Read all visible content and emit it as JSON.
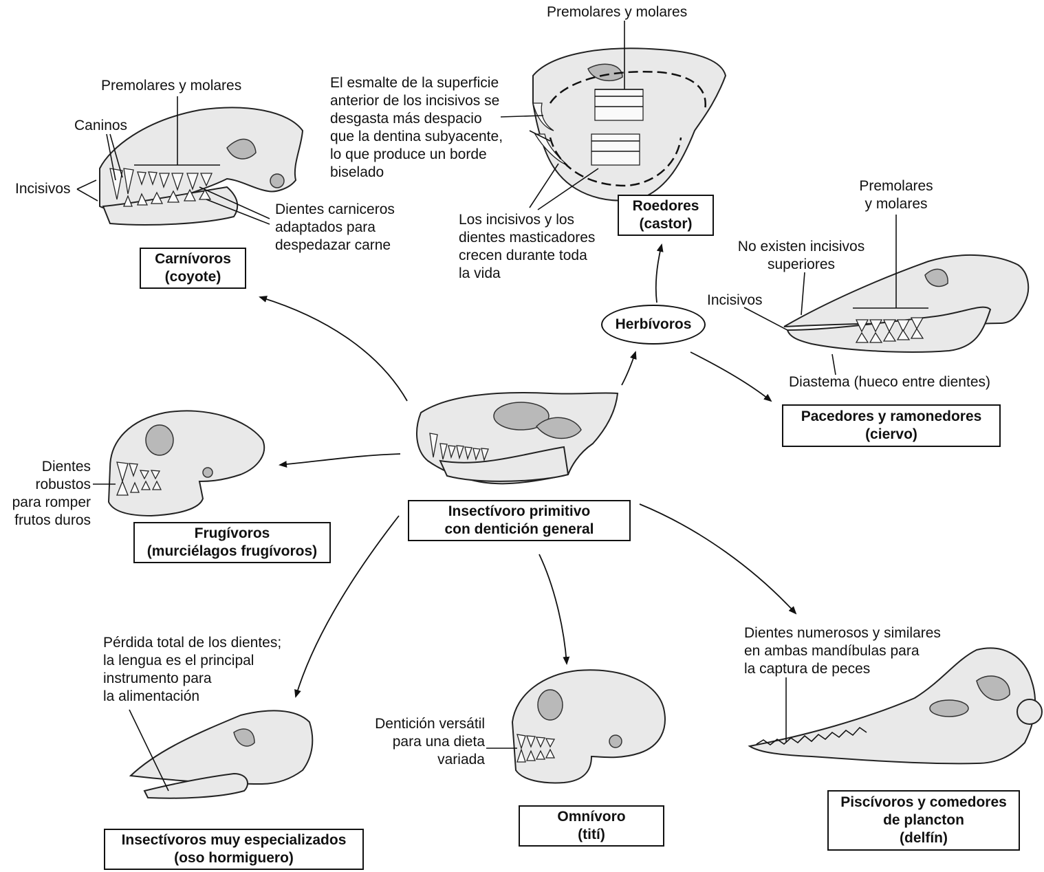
{
  "center": {
    "line1": "Insectívoro primitivo",
    "line2": "con dentición general"
  },
  "herbivores": {
    "label": "Herbívoros"
  },
  "groups": {
    "carnivores": {
      "line1": "Carnívoros",
      "line2": "(coyote)"
    },
    "rodents": {
      "line1": "Roedores",
      "line2": "(castor)"
    },
    "grazers": {
      "line1": "Pacedores y ramonedores",
      "line2": "(ciervo)"
    },
    "frugivores": {
      "line1": "Frugívoros",
      "line2": "(murciélagos frugívoros)"
    },
    "anteater": {
      "line1": "Insectívoros muy especializados",
      "line2": "(oso hormiguero)"
    },
    "omnivore": {
      "line1": "Omnívoro",
      "line2": "(tití)"
    },
    "piscivores": {
      "line1": "Piscívoros y comedores",
      "line2": "de plancton",
      "line3": "(delfín)"
    }
  },
  "labels": {
    "coyote_premolars": "Premolares y molares",
    "coyote_canines": "Caninos",
    "coyote_incisors": "Incisivos",
    "coyote_carnassial": [
      "Dientes carniceros",
      "adaptados para",
      "despedazar carne"
    ],
    "beaver_premolars": "Premolares y molares",
    "beaver_enamel": [
      "El esmalte de la superficie",
      "anterior de los incisivos se",
      "desgasta más despacio",
      "que la dentina subyacente,",
      "lo que produce un borde",
      "biselado"
    ],
    "beaver_growth": [
      "Los incisivos y los",
      "dientes masticadores",
      "crecen durante toda",
      "la vida"
    ],
    "deer_premolars": [
      "Premolares",
      "y molares"
    ],
    "deer_no_upper": [
      "No existen incisivos",
      "superiores"
    ],
    "deer_incisors": "Incisivos",
    "deer_diastema": "Diastema (hueco entre dientes)",
    "bat_teeth": [
      "Dientes",
      "robustos",
      "para romper",
      "frutos duros"
    ],
    "anteater_note": [
      "Pérdida total de los dientes;",
      "la lengua es el principal",
      "instrumento para",
      "la alimentación"
    ],
    "marmoset_note": [
      "Dentición versátil",
      "para una dieta",
      "variada"
    ],
    "dolphin_note": [
      "Dientes numerosos y similares",
      "en ambas mandíbulas para",
      "la captura de peces"
    ]
  }
}
